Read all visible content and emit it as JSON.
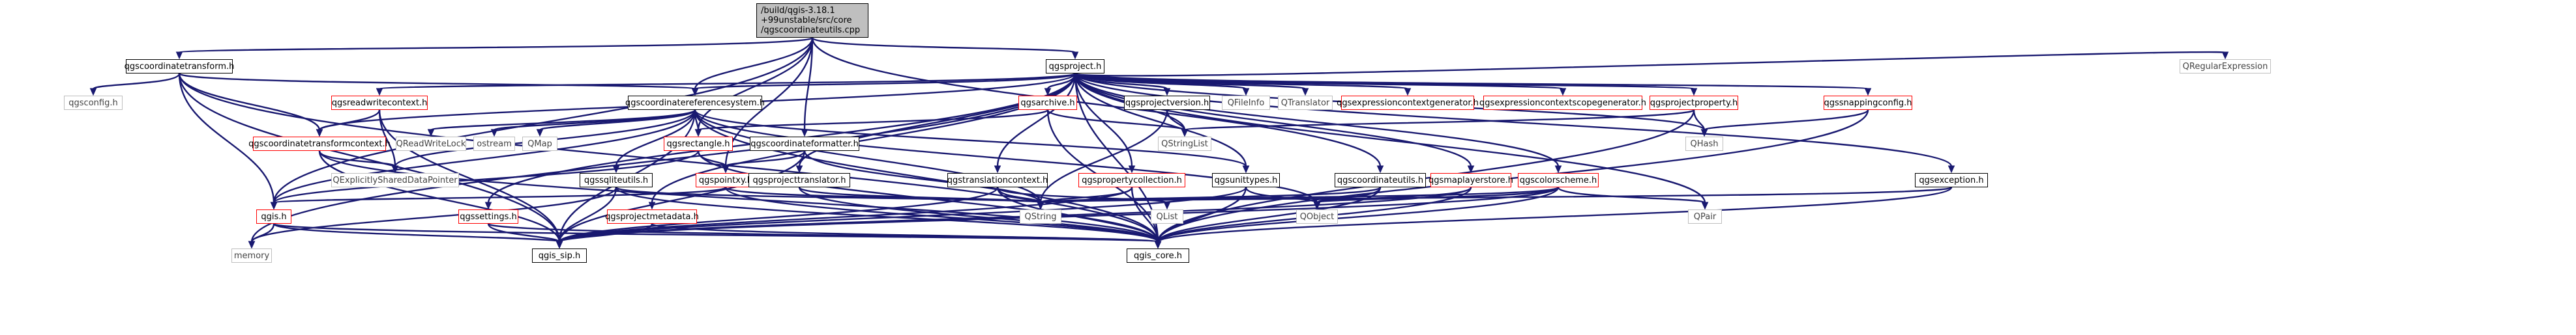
{
  "graph": {
    "root": {
      "lines": [
        "/build/qgis-3.18.1",
        "+99unstable/src/core",
        "/qgscoordinateutils.cpp"
      ]
    },
    "nodes": [
      {
        "id": "n_transform",
        "label": "qgscoordinatetransform.h"
      },
      {
        "id": "n_project",
        "label": "qgsproject.h"
      },
      {
        "id": "n_regexp",
        "label": "QRegularExpression"
      },
      {
        "id": "n_config",
        "label": "qgsconfig.h"
      },
      {
        "id": "n_crs",
        "label": "qgscoordinatereferencesystem.h"
      },
      {
        "id": "n_rwctx",
        "label": "qgsreadwritecontext.h"
      },
      {
        "id": "n_archive",
        "label": "qgsarchive.h"
      },
      {
        "id": "n_projver",
        "label": "qgsprojectversion.h"
      },
      {
        "id": "n_fileinfo",
        "label": "QFileInfo"
      },
      {
        "id": "n_translator",
        "label": "QTranslator"
      },
      {
        "id": "n_exprctxgen",
        "label": "qgsexpressioncontextgenerator.h"
      },
      {
        "id": "n_exprscopegen",
        "label": "qgsexpressioncontextscopegenerator.h"
      },
      {
        "id": "n_projprop",
        "label": "qgsprojectproperty.h"
      },
      {
        "id": "n_snapcfg",
        "label": "qgssnappingconfig.h"
      },
      {
        "id": "n_transformctx",
        "label": "qgscoordinatetransformcontext.h"
      },
      {
        "id": "n_rwlock",
        "label": "QReadWriteLock"
      },
      {
        "id": "n_ostream",
        "label": "ostream"
      },
      {
        "id": "n_qmap",
        "label": "QMap"
      },
      {
        "id": "n_rect",
        "label": "qgsrectangle.h"
      },
      {
        "id": "n_formatter",
        "label": "qgscoordinateformatter.h"
      },
      {
        "id": "n_stringlist",
        "label": "QStringList"
      },
      {
        "id": "n_qhash",
        "label": "QHash"
      },
      {
        "id": "n_shared",
        "label": "QExplicitlySharedDataPointer"
      },
      {
        "id": "n_point",
        "label": "qgspointxy.h"
      },
      {
        "id": "n_sqlite",
        "label": "qgssqliteutils.h"
      },
      {
        "id": "n_projtrans",
        "label": "qgsprojecttranslator.h"
      },
      {
        "id": "n_transctx",
        "label": "qgstranslationcontext.h"
      },
      {
        "id": "n_propcoll",
        "label": "qgspropertycollection.h"
      },
      {
        "id": "n_unittypes",
        "label": "qgsunittypes.h"
      },
      {
        "id": "n_coordutils",
        "label": "qgscoordinateutils.h"
      },
      {
        "id": "n_maplayerstore",
        "label": "qgsmaplayerstore.h"
      },
      {
        "id": "n_colorscheme",
        "label": "qgscolorscheme.h"
      },
      {
        "id": "n_exception",
        "label": "qgsexception.h"
      },
      {
        "id": "n_qgis",
        "label": "qgis.h"
      },
      {
        "id": "n_settings",
        "label": "qgssettings.h"
      },
      {
        "id": "n_projmeta",
        "label": "qgsprojectmetadata.h"
      },
      {
        "id": "n_qstring",
        "label": "QString"
      },
      {
        "id": "n_qlist",
        "label": "QList"
      },
      {
        "id": "n_qobject",
        "label": "QObject"
      },
      {
        "id": "n_qpair",
        "label": "QPair"
      },
      {
        "id": "n_memory",
        "label": "memory"
      },
      {
        "id": "n_qgissip",
        "label": "qgis_sip.h"
      },
      {
        "id": "n_qgiscore",
        "label": "qgis_core.h"
      }
    ]
  }
}
